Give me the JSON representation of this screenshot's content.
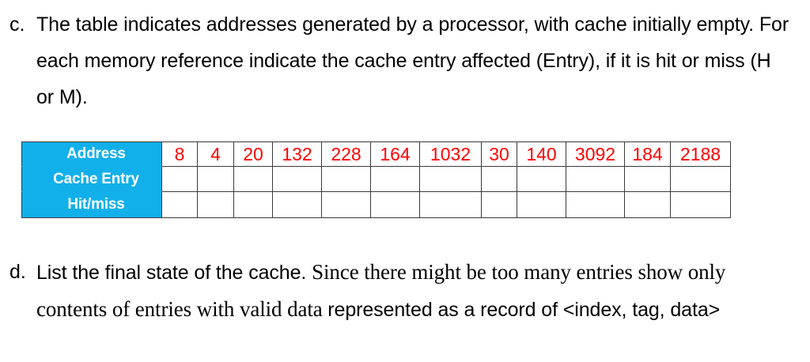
{
  "questions": [
    {
      "marker": "c.",
      "text": "The table indicates addresses generated by a processor, with cache initially empty.  For each memory reference indicate the cache entry affected (Entry), if it is hit or miss (H or M)."
    },
    {
      "marker": "d.",
      "segments": {
        "lead_sans": "List the final state of the cache. ",
        "middle_serif": " Since there might be too many entries show only contents of entries with valid data ",
        "tail_sans": "represented as a record of <index, tag, data>"
      }
    }
  ],
  "table": {
    "row_labels": [
      "Address",
      "Cache Entry",
      "Hit/miss"
    ],
    "addresses": [
      "8",
      "4",
      "20",
      "132",
      "228",
      "164",
      "1032",
      "30",
      "140",
      "3092",
      "184",
      "2188"
    ],
    "cache_entry_values": [
      "",
      "",
      "",
      "",
      "",
      "",
      "",
      "",
      "",
      "",
      "",
      ""
    ],
    "hit_miss_values": [
      "",
      "",
      "",
      "",
      "",
      "",
      "",
      "",
      "",
      "",
      "",
      ""
    ],
    "colors": {
      "label_background": "#12b0ea",
      "label_text": "#ffffff",
      "address_text": "#ff0000",
      "border": "#3a3a3a"
    }
  }
}
